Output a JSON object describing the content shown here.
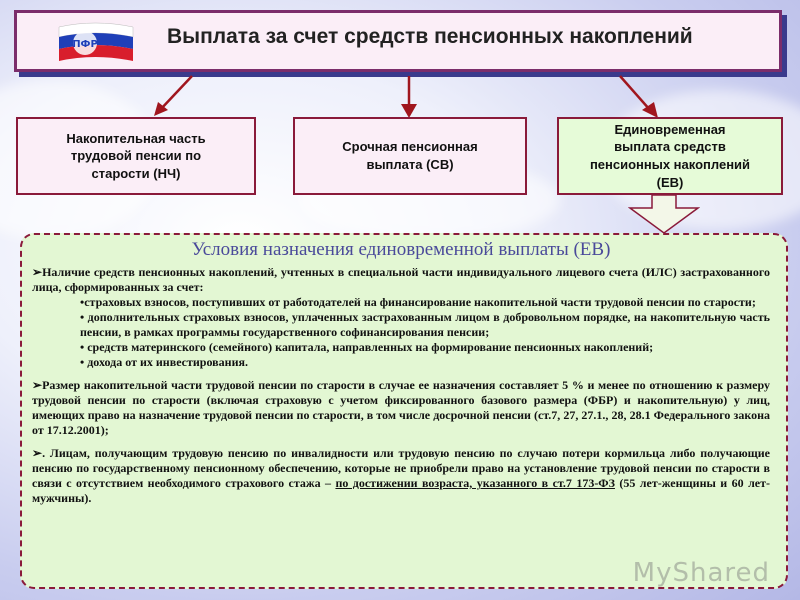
{
  "header": {
    "title": "Выплата за счет средств пенсионных накоплений",
    "logo_text": "ПФР"
  },
  "boxes": [
    {
      "lines": [
        "Накопительная часть",
        "трудовой пенсии по",
        "старости (НЧ)"
      ]
    },
    {
      "lines": [
        "Срочная пенсионная",
        "выплата (СВ)"
      ]
    },
    {
      "lines": [
        "Единовременная",
        "выплата средств",
        "пенсионных накоплений",
        "(ЕВ)"
      ]
    }
  ],
  "conditions": {
    "title": "Условия назначения единовременной выплаты (ЕВ)",
    "p1": "Наличие средств пенсионных накоплений, учтенных в специальной части индивидуального лицевого счета (ИЛС) застрахованного лица, сформированных за счет:",
    "p1_items": [
      "•страховых взносов, поступивших от работодателей на финансирование накопительной части трудовой пенсии по старости;",
      "• дополнительных страховых взносов, уплаченных застрахованным лицом в добровольном порядке, на накопительную часть пенсии, в рамках программы государственного софинансирования пенсии;",
      "• средств материнского (семейного) капитала, направленных на формирование пенсионных накоплений;",
      "• дохода от их инвестирования."
    ],
    "p2": "Размер накопительной части трудовой пенсии по старости в случае ее назначения составляет 5 % и менее по отношению к размеру трудовой пенсии по старости (включая страховую с учетом фиксированного базового размера (ФБР) и накопительную) у лиц, имеющих право на назначение трудовой пенсии по старости, в том числе досрочной пенсии (ст.7, 27, 27.1., 28, 28.1 Федерального закона от 17.12.2001);",
    "p3_start": ". Лицам, получающим трудовую пенсию по инвалидности или трудовую пенсию по случаю потери кормильца либо получающие пенсию по государственному пенсионному обеспечению, которые не приобрели право на установление трудовой пенсии по старости в связи с отсутствием необходимого страхового стажа –",
    "p3_underlined": "по достижении возраста, указанного в ст.7 173-ФЗ",
    "p3_end": "(55 лет-женщины и 60 лет-мужчины)."
  },
  "watermark": "MyShared",
  "colors": {
    "border": "#8a1a3a",
    "title_border": "#7b2d6b",
    "green_fill": "#e3f7d3",
    "pink_fill": "#fbeef7",
    "heading_blue": "#4a4a9a"
  }
}
